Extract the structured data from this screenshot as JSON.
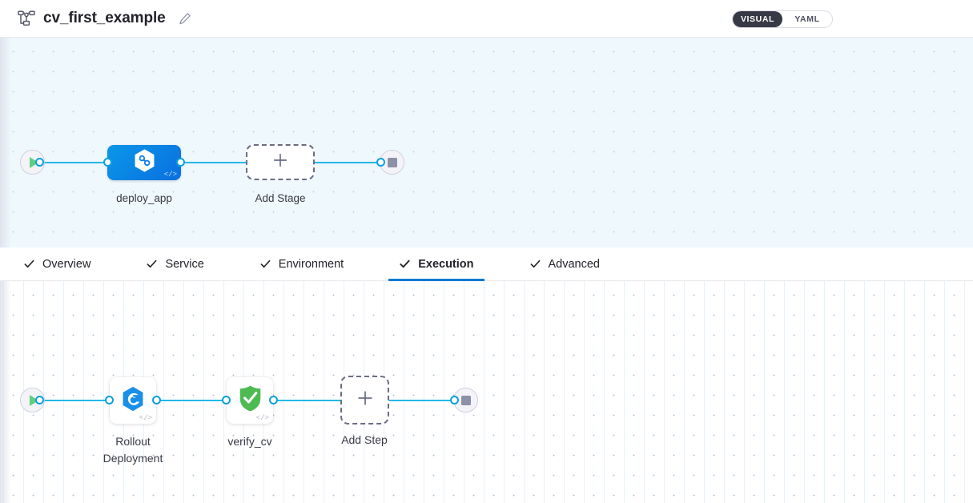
{
  "header": {
    "pipeline_icon": "pipeline-nodes-icon",
    "title": "cv_first_example",
    "edit_icon": "pencil-edit-icon",
    "mode_toggle": {
      "options": [
        {
          "label": "VISUAL",
          "active": true
        },
        {
          "label": "YAML",
          "active": false
        }
      ],
      "active_bg": "#383946"
    }
  },
  "stage_canvas": {
    "background": "#eff8fd",
    "connector_color": "#22b8e8",
    "start_node": {
      "name": "start-node",
      "icon": "play-icon",
      "icon_color": "#5fcf7f"
    },
    "stages": [
      {
        "label": "deploy_app",
        "icon": "harness-hexagon-icon",
        "selected": true,
        "color": "#0b7fe4",
        "code_badge": "</>"
      }
    ],
    "add_stage": {
      "label": "Add Stage",
      "icon": "plus-icon"
    },
    "end_node": {
      "name": "end-node",
      "icon": "stop-square-icon",
      "icon_color": "#8e90a8"
    }
  },
  "tabs": [
    {
      "label": "Overview",
      "icon": "check-icon",
      "active": false
    },
    {
      "label": "Service",
      "icon": "check-icon",
      "active": false
    },
    {
      "label": "Environment",
      "icon": "check-icon",
      "active": false
    },
    {
      "label": "Execution",
      "icon": "check-icon",
      "active": true
    },
    {
      "label": "Advanced",
      "icon": "check-icon",
      "active": false
    }
  ],
  "tab_accent_color": "#0278d5",
  "step_canvas": {
    "background": "#ffffff",
    "connector_color": "#22b8e8",
    "start_node": {
      "name": "start-node",
      "icon": "play-icon",
      "icon_color": "#5fcf7f"
    },
    "steps": [
      {
        "label_line1": "Rollout",
        "label_line2": "Deployment",
        "icon": "rollout-deployment-hexagon-icon",
        "icon_color": "#1a8fe8",
        "code_badge": "</>"
      },
      {
        "label_line1": "verify_cv",
        "label_line2": "",
        "icon": "verify-shield-check-icon",
        "icon_color": "#4dba52",
        "code_badge": "</>"
      }
    ],
    "add_step": {
      "label": "Add Step",
      "icon": "plus-icon"
    },
    "end_node": {
      "name": "end-node",
      "icon": "stop-square-icon",
      "icon_color": "#8e90a8"
    }
  }
}
